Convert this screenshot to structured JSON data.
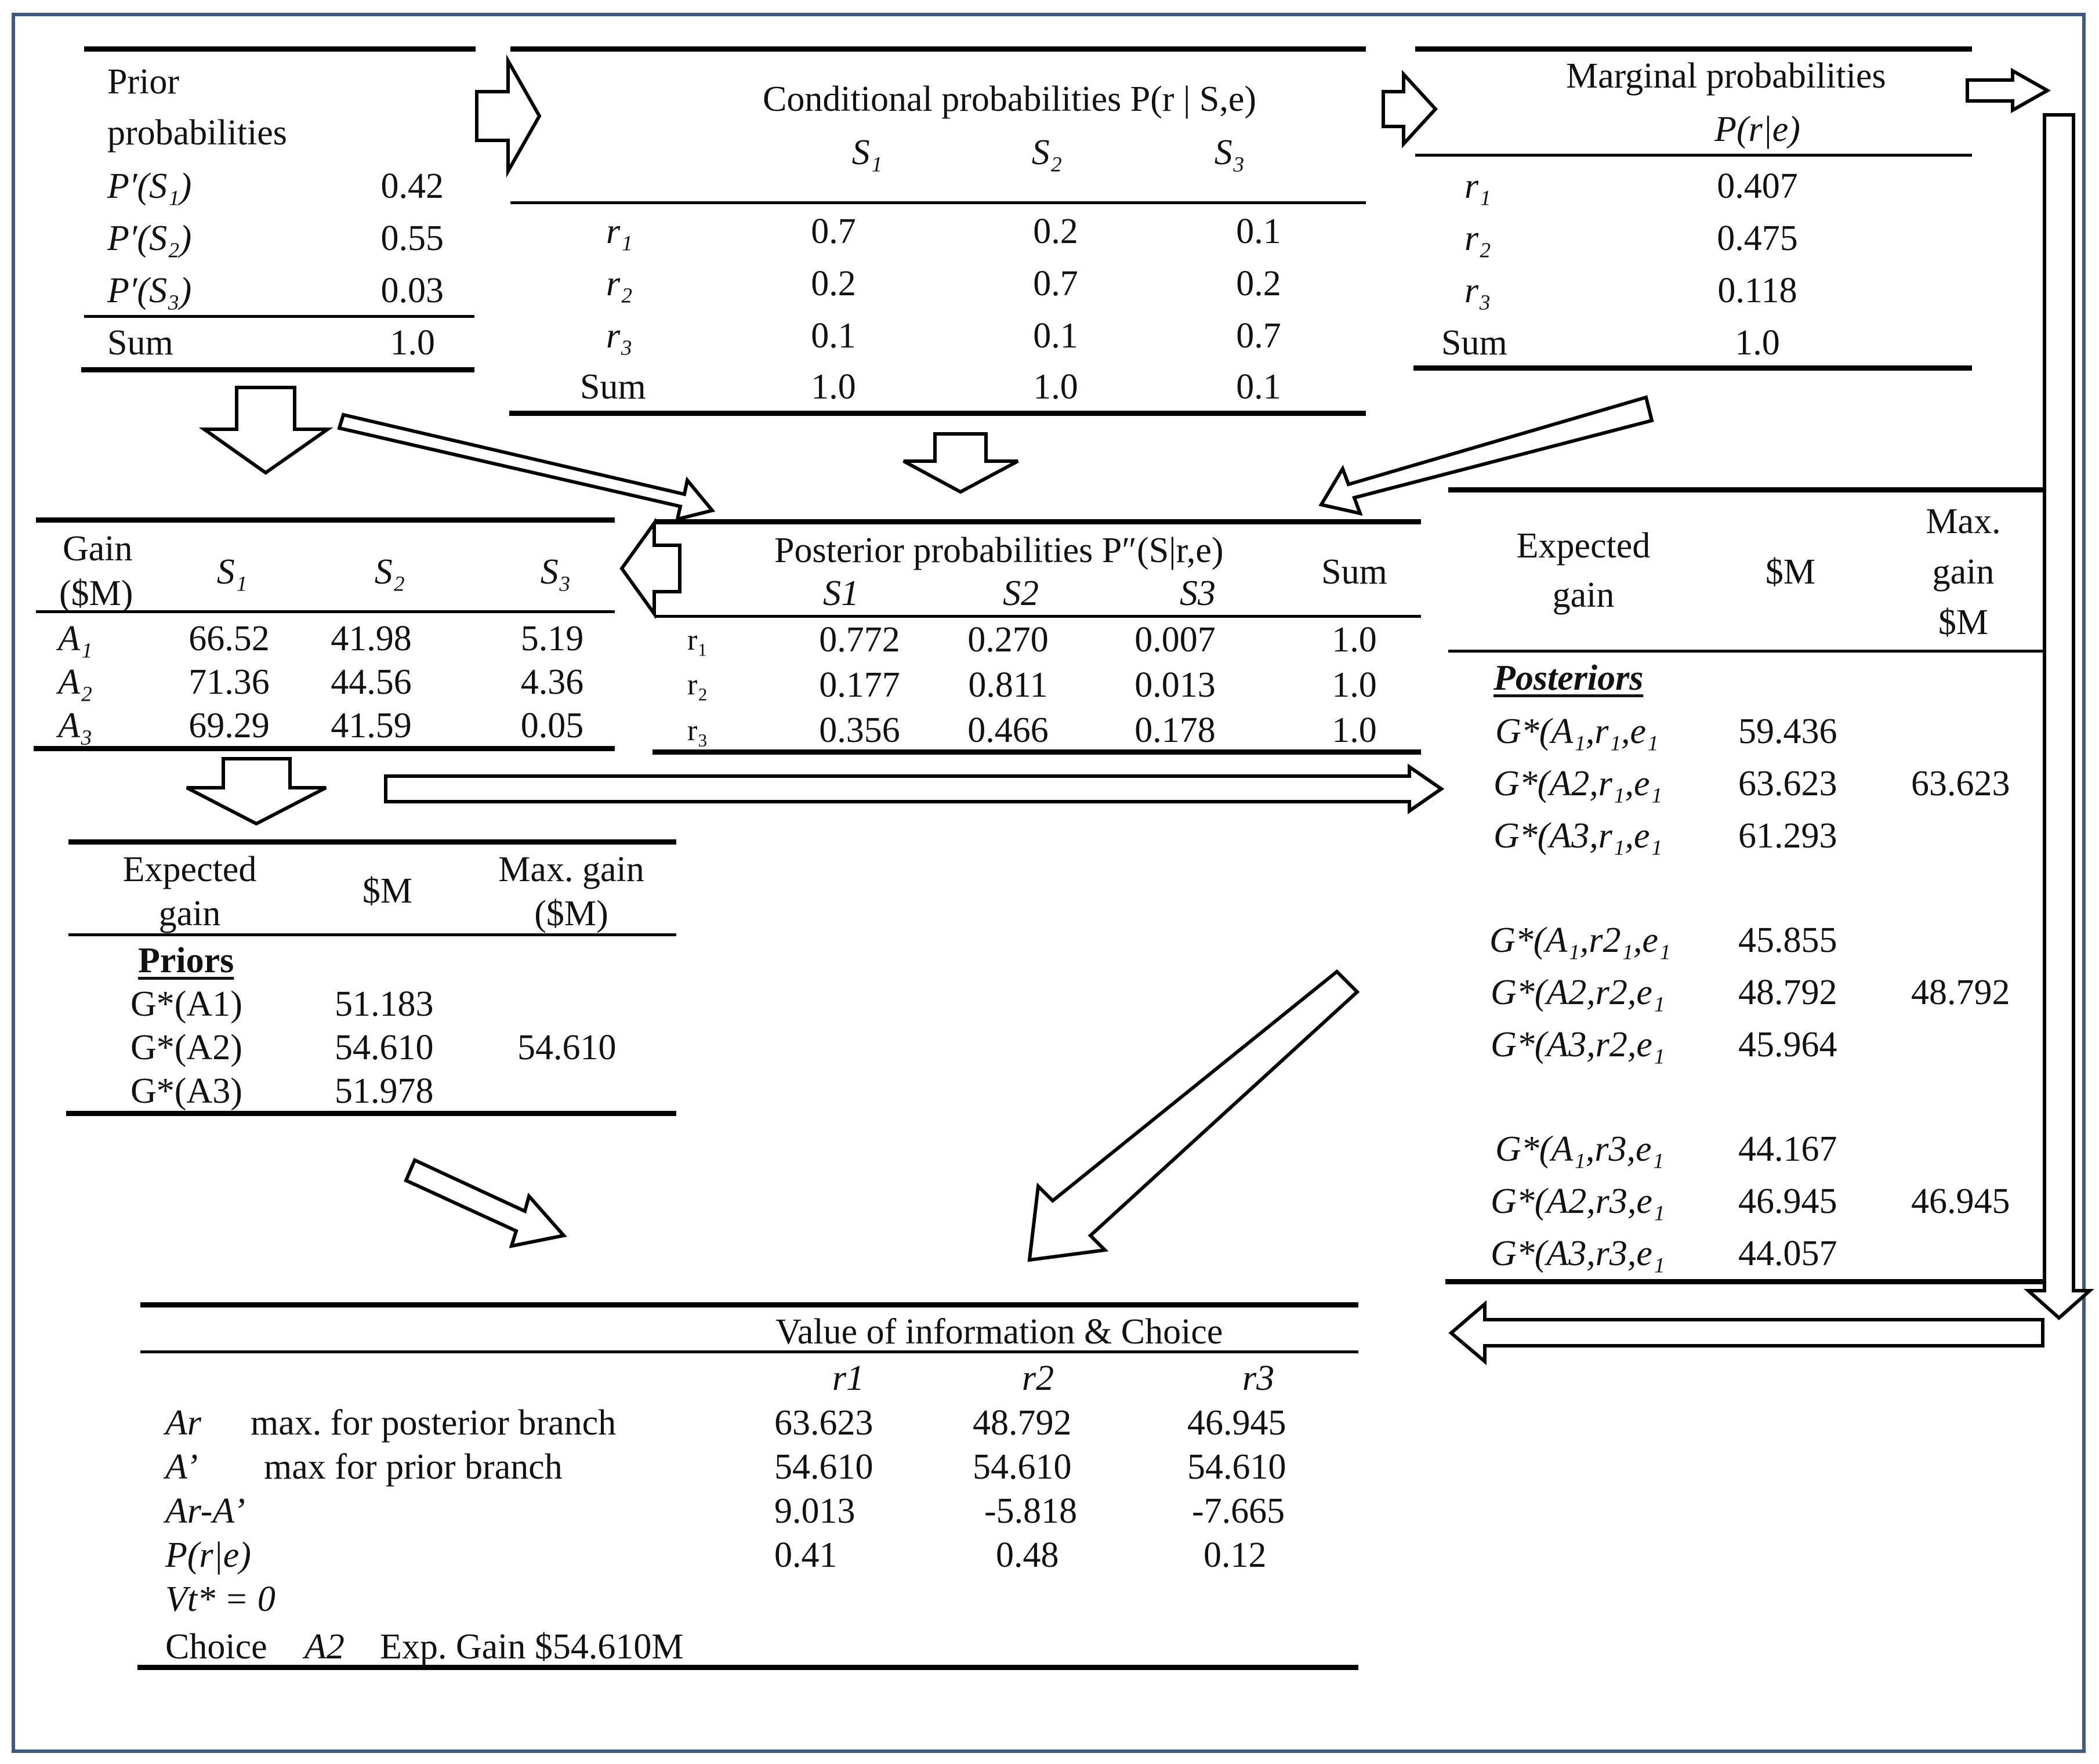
{
  "prior": {
    "title_line1": "Prior",
    "title_line2": "probabilities",
    "rows": [
      {
        "label": "P′(S₁)",
        "value": "0.42"
      },
      {
        "label": "P′(S₂)",
        "value": "0.55"
      },
      {
        "label": "P′(S₃)",
        "value": "0.03"
      }
    ],
    "sum_label": "Sum",
    "sum_value": "1.0"
  },
  "conditional": {
    "title": "Conditional probabilities P(r | S,e)",
    "columns": [
      "S₁",
      "S₂",
      "S₃"
    ],
    "rows": [
      {
        "label": "r₁",
        "values": [
          "0.7",
          "0.2",
          "0.1"
        ]
      },
      {
        "label": "r₂",
        "values": [
          "0.2",
          "0.7",
          "0.2"
        ]
      },
      {
        "label": "r₃",
        "values": [
          "0.1",
          "0.1",
          "0.7"
        ]
      }
    ],
    "sum_label": "Sum",
    "sum_values": [
      "1.0",
      "1.0",
      "0.1"
    ]
  },
  "marginal": {
    "title": "Marginal probabilities",
    "subtitle": "P(r|e)",
    "rows": [
      {
        "label": "r₁",
        "value": "0.407"
      },
      {
        "label": "r₂",
        "value": "0.475"
      },
      {
        "label": "r₃",
        "value": "0.118"
      }
    ],
    "sum_label": "Sum",
    "sum_value": "1.0"
  },
  "gain": {
    "header_line1": "Gain",
    "header_line2": "($M)",
    "columns": [
      "S₁",
      "S₂",
      "S₃"
    ],
    "rows": [
      {
        "label": "A₁",
        "values": [
          "66.52",
          "41.98",
          "5.19"
        ]
      },
      {
        "label": "A₂",
        "values": [
          "71.36",
          "44.56",
          "4.36"
        ]
      },
      {
        "label": "A₃",
        "values": [
          "69.29",
          "41.59",
          "0.05"
        ]
      }
    ]
  },
  "posterior": {
    "title": "Posterior probabilities P″(S|r,e)",
    "columns": [
      "S1",
      "S2",
      "S3"
    ],
    "sum_header": "Sum",
    "rows": [
      {
        "label": "r₁",
        "values": [
          "0.772",
          "0.270",
          "0.007"
        ],
        "sum": "1.0"
      },
      {
        "label": "r₂",
        "values": [
          "0.177",
          "0.811",
          "0.013"
        ],
        "sum": "1.0"
      },
      {
        "label": "r₃",
        "values": [
          "0.356",
          "0.466",
          "0.178"
        ],
        "sum": "1.0"
      }
    ]
  },
  "prior_expected": {
    "header_col1_line1": "Expected",
    "header_col1_line2": "gain",
    "header_col2": "$M",
    "header_col3_line1": "Max. gain",
    "header_col3_line2": "($M)",
    "section_label": "Priors",
    "rows": [
      {
        "label": "G*(A1)",
        "value": "51.183",
        "max": ""
      },
      {
        "label": "G*(A2)",
        "value": "54.610",
        "max": "54.610"
      },
      {
        "label": "G*(A3)",
        "value": "51.978",
        "max": ""
      }
    ]
  },
  "posterior_expected": {
    "header_col1_line1": "Expected",
    "header_col1_line2": "gain",
    "header_col2": "$M",
    "header_col3_line1": "Max.",
    "header_col3_line2": "gain",
    "header_col3_line3": "$M",
    "section_label": "Posteriors",
    "rows": [
      {
        "label": "G*(A₁,r₁,e₁",
        "value": "59.436",
        "max": ""
      },
      {
        "label": "G*(A2,r₁,e₁",
        "value": "63.623",
        "max": "63.623"
      },
      {
        "label": "G*(A3,r₁,e₁",
        "value": "61.293",
        "max": ""
      },
      {
        "label": "G*(A₁,r2₁,e₁",
        "value": "45.855",
        "max": ""
      },
      {
        "label": "G*(A2,r2,e₁",
        "value": "48.792",
        "max": "48.792"
      },
      {
        "label": "G*(A3,r2,e₁",
        "value": "45.964",
        "max": ""
      },
      {
        "label": "G*(A₁,r3,e₁",
        "value": "44.167",
        "max": ""
      },
      {
        "label": "G*(A2,r3,e₁",
        "value": "46.945",
        "max": "46.945"
      },
      {
        "label": "G*(A3,r3,e₁",
        "value": "44.057",
        "max": ""
      }
    ]
  },
  "voi": {
    "title": "Value of information & Choice",
    "columns": [
      "r1",
      "r2",
      "r3"
    ],
    "rows": [
      {
        "sym": "Ar",
        "desc": "max. for posterior branch",
        "values": [
          "63.623",
          "48.792",
          "46.945"
        ]
      },
      {
        "sym": "A’",
        "desc": "max for prior branch",
        "values": [
          "54.610",
          "54.610",
          "54.610"
        ]
      },
      {
        "sym": "Ar-A’",
        "desc": "",
        "values": [
          "9.013",
          "-5.818",
          "-7.665"
        ]
      },
      {
        "sym": "P(r|e)",
        "desc": "",
        "values": [
          "0.41",
          "0.48",
          "0.12"
        ]
      }
    ],
    "vt_line": "Vt* = 0",
    "choice_label": "Choice",
    "choice_alt": "A2",
    "choice_gain": "Exp. Gain $54.610M"
  },
  "colors": {
    "frame": "#3d5a80",
    "text": "#111111",
    "rules": "#000000"
  }
}
